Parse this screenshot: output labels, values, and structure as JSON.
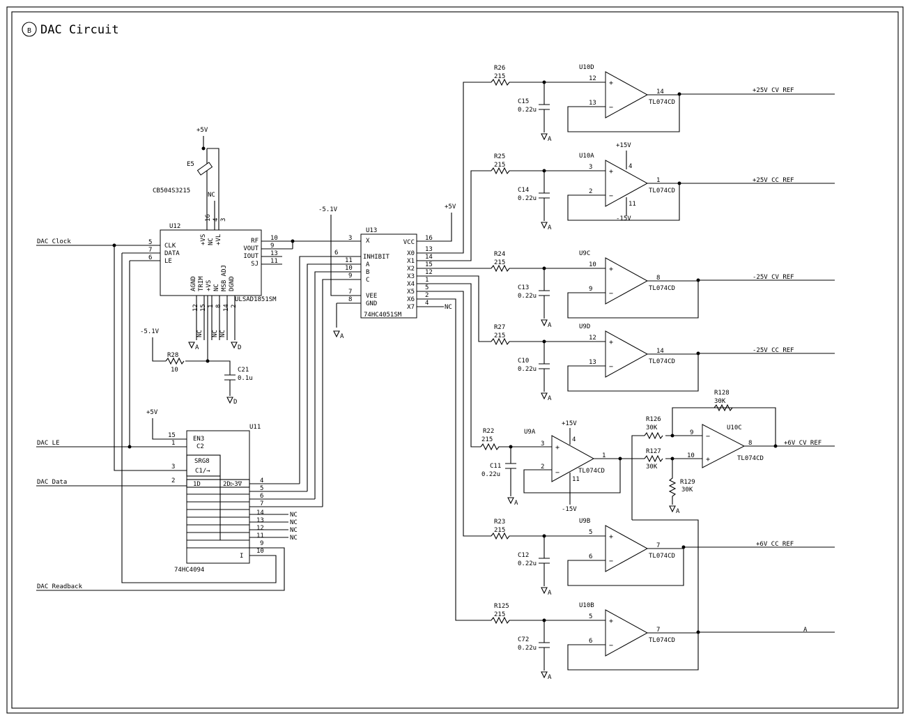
{
  "header": {
    "badge": "B",
    "title": "DAC Circuit"
  },
  "nets": {
    "dac_clock": "DAC Clock",
    "dac_le": "DAC LE",
    "dac_data": "DAC Data",
    "dac_readback": "DAC Readback",
    "p5v_a": "+5V",
    "p5v_b": "+5V",
    "p5v_c": "+5V",
    "m51_a": "-5.1V",
    "m51_b": "-5.1V",
    "p15_a": "+15V",
    "m15_a": "-15V",
    "p15_b": "+15V",
    "m15_b": "-15V",
    "out1": "+25V CV REF",
    "out2": "+25V CC REF",
    "out3": "-25V CV REF",
    "out4": "-25V CC REF",
    "out5": "+6V CV REF",
    "out6": "+6V CC REF",
    "out7": "A"
  },
  "u12": {
    "ref": "U12",
    "part": "ULSAD1851SM",
    "left_pins": [
      "CLK",
      "DATA",
      "LE"
    ],
    "left_nums": [
      "5",
      "7",
      "6"
    ],
    "right_pins": [
      "RF",
      "VOUT",
      "IOUT",
      "SJ"
    ],
    "right_nums": [
      "10",
      "9",
      "13",
      "11"
    ],
    "top_pins": [
      "+VS",
      "NC",
      "+VL"
    ],
    "top_nums": [
      "16",
      "4",
      "3"
    ],
    "bot_pins": [
      "AGND",
      "TRIM",
      "+VS",
      "NC",
      "MSB ADJ",
      "DGND"
    ],
    "bot_nums": [
      "12",
      "15",
      "1",
      "8",
      "14",
      "2"
    ],
    "nc1": "NC",
    "nc2": "NC",
    "nc3": "NC",
    "nc4": "NC"
  },
  "e5": {
    "ref": "E5",
    "part": "CB504S3215"
  },
  "r28": {
    "ref": "R28",
    "value": "10"
  },
  "c21": {
    "ref": "C21",
    "value": "0.1u"
  },
  "u13": {
    "ref": "U13",
    "part": "74HC4051SM",
    "left_pins": [
      "X",
      "INHIBIT",
      "A",
      "B",
      "C",
      "VEE",
      "GND"
    ],
    "left_nums": [
      "3",
      "6",
      "11",
      "10",
      "9",
      "7",
      "8"
    ],
    "right_pins": [
      "VCC",
      "X0",
      "X1",
      "X2",
      "X3",
      "X4",
      "X5",
      "X6",
      "X7"
    ],
    "right_nums": [
      "16",
      "13",
      "14",
      "15",
      "12",
      "1",
      "5",
      "2",
      "4"
    ],
    "nc": "NC"
  },
  "u11": {
    "ref": "U11",
    "part": "74HC4094",
    "in_labels": [
      "EN3",
      "C2",
      "SRG8",
      "C1/→",
      "1D",
      "2D▷3∇"
    ],
    "in_nums": [
      "15",
      "1",
      "3",
      "2"
    ],
    "out_nums": [
      "4",
      "5",
      "6",
      "7",
      "14",
      "13",
      "12",
      "11",
      "9",
      "10"
    ],
    "nc": [
      "NC",
      "NC",
      "NC",
      "NC"
    ],
    "mark": "I"
  },
  "channels": [
    {
      "r": "R26",
      "rv": "215",
      "c": "C15",
      "cv": "0.22u",
      "u": "U10D",
      "ip": "12",
      "in": "13",
      "o": "14",
      "part": "TL074CD",
      "gnd": "A"
    },
    {
      "r": "R25",
      "rv": "215",
      "c": "C14",
      "cv": "0.22u",
      "u": "U10A",
      "ip": "3",
      "in": "2",
      "o": "1",
      "part": "TL074CD",
      "gnd": "A",
      "vp": "4",
      "vn": "11"
    },
    {
      "r": "R24",
      "rv": "215",
      "c": "C13",
      "cv": "0.22u",
      "u": "U9C",
      "ip": "10",
      "in": "9",
      "o": "8",
      "part": "TL074CD",
      "gnd": "A"
    },
    {
      "r": "R27",
      "rv": "215",
      "c": "C10",
      "cv": "0.22u",
      "u": "U9D",
      "ip": "12",
      "in": "13",
      "o": "14",
      "part": "TL074CD",
      "gnd": "A"
    },
    {
      "r": "R23",
      "rv": "215",
      "c": "C12",
      "cv": "0.22u",
      "u": "U9B",
      "ip": "5",
      "in": "6",
      "o": "7",
      "part": "TL074CD",
      "gnd": "A"
    },
    {
      "r": "R125",
      "rv": "215",
      "c": "C72",
      "cv": "0.22u",
      "u": "U10B",
      "ip": "5",
      "in": "6",
      "o": "7",
      "part": "TL074CD",
      "gnd": "A"
    }
  ],
  "u9a": {
    "r": "R22",
    "rv": "215",
    "c": "C11",
    "cv": "0.22u",
    "u": "U9A",
    "ip": "3",
    "in": "2",
    "o": "1",
    "part": "TL074CD",
    "vp": "4",
    "vn": "11",
    "gnd": "A"
  },
  "u10c": {
    "u": "U10C",
    "ip": "10",
    "in": "9",
    "o": "8",
    "part": "TL074CD",
    "r126": "R126",
    "r126v": "30K",
    "r127": "R127",
    "r127v": "30K",
    "r128": "R128",
    "r128v": "30K",
    "r129": "R129",
    "r129v": "30K",
    "gnd": "A"
  },
  "grounds": {
    "a": "A",
    "d": "D"
  }
}
